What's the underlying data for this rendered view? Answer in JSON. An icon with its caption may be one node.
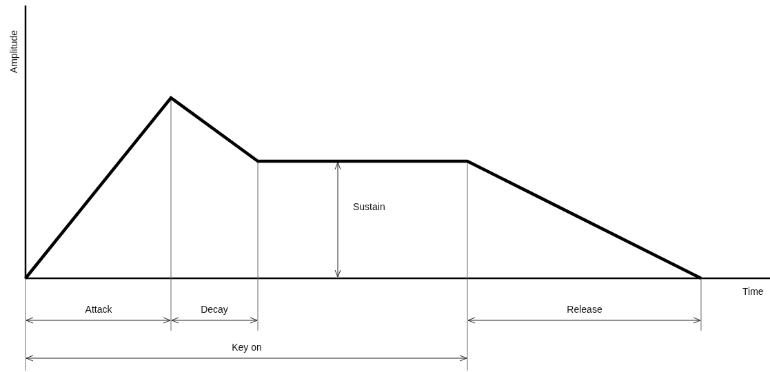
{
  "diagram": {
    "labels": [
      "Amplitude",
      "Time",
      "Attack",
      "Decay",
      "Sustain",
      "Release",
      "Key on"
    ]
  }
}
